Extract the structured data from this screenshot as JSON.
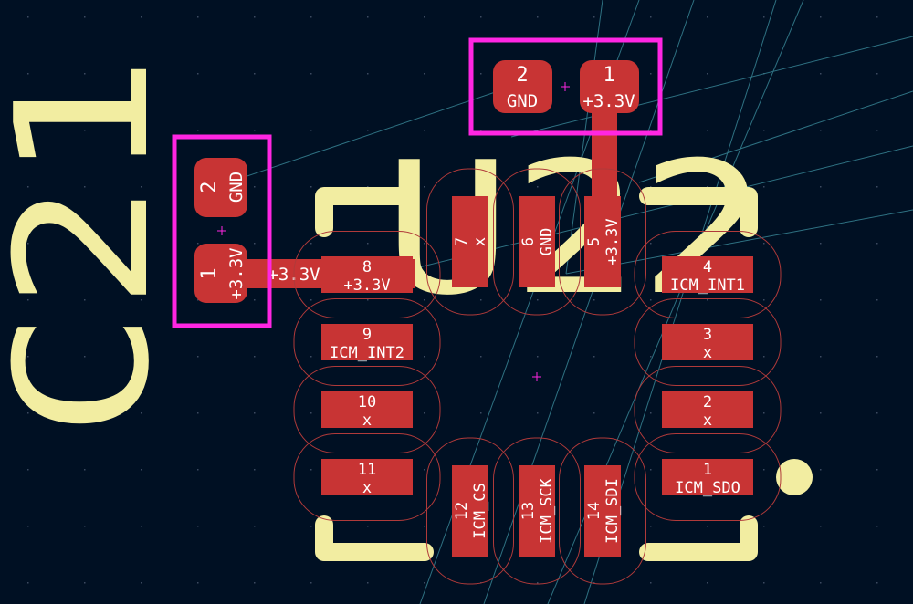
{
  "colors": {
    "background": "#001023",
    "silkscreen": "#f2eda1",
    "pad": "#c83434",
    "pad_text": "#ffffff",
    "courtyard": "#ff26e2",
    "clearance": "#b03a3a",
    "ratsnest": "#3a8a9a",
    "grid": "#3c4a60"
  },
  "silkscreen_refs": {
    "c21": "C21",
    "u22": "U22"
  },
  "c22": {
    "pads": [
      {
        "number": "2",
        "net": "GND"
      },
      {
        "number": "1",
        "net": "+3.3V"
      }
    ]
  },
  "c21": {
    "pads": [
      {
        "number": "2",
        "net": "GND"
      },
      {
        "number": "1",
        "net": "+3.3V"
      }
    ]
  },
  "traces": {
    "label_33v": "+3.3V"
  },
  "ic": {
    "pads": [
      {
        "number": "1",
        "net": "ICM_SDO"
      },
      {
        "number": "2",
        "net": "x"
      },
      {
        "number": "3",
        "net": "x"
      },
      {
        "number": "4",
        "net": "ICM_INT1"
      },
      {
        "number": "5",
        "net": "+3.3V"
      },
      {
        "number": "6",
        "net": "GND"
      },
      {
        "number": "7",
        "net": "x"
      },
      {
        "number": "8",
        "net": "+3.3V"
      },
      {
        "number": "9",
        "net": "ICM_INT2"
      },
      {
        "number": "10",
        "net": "x"
      },
      {
        "number": "11",
        "net": "x"
      },
      {
        "number": "12",
        "net": "ICM_CS"
      },
      {
        "number": "13",
        "net": "ICM_SCK"
      },
      {
        "number": "14",
        "net": "ICM_SDI"
      }
    ]
  }
}
